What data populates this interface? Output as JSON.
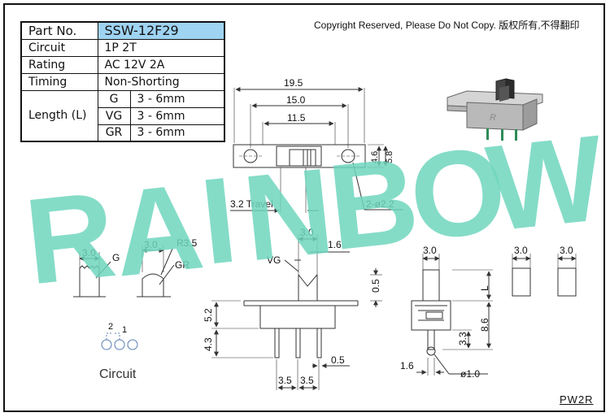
{
  "copyright": "Copyright Reserved, Please Do Not Copy. 版权所有,不得翻印",
  "spec_table": {
    "part_no_label": "Part No.",
    "part_no_value": "SSW-12F29",
    "circuit_label": "Circuit",
    "circuit_value": "1P 2T",
    "rating_label": "Rating",
    "rating_value": "AC 12V 2A",
    "timing_label": "Timing",
    "timing_value": "Non-Shorting",
    "length_label": "Length (L)",
    "length_rows": [
      {
        "grade": "G",
        "range": "3 - 6mm"
      },
      {
        "grade": "VG",
        "range": "3 - 6mm"
      },
      {
        "grade": "GR",
        "range": "3 - 6mm"
      }
    ]
  },
  "watermark": [
    "R",
    "A",
    "I",
    "N",
    "B",
    "O",
    "W"
  ],
  "dimensions": {
    "top_19_5": "19.5",
    "top_15_0": "15.0",
    "top_11_5": "11.5",
    "height_4_6": "4.6",
    "height_5_8": "5.8",
    "travel": "3.2 Travel",
    "holes": "2-ø2.2",
    "g_width": "3.0",
    "g_label": "G",
    "gr_width": "3.0",
    "gr_radius": "R3.5",
    "gr_label": "GR",
    "vg_width": "3.0",
    "vg_label": "VG",
    "vg_gap": "1.6",
    "knob_offset": "0.5",
    "front_5_2": "5.2",
    "front_4_3": "4.3",
    "pin_0_5": "0.5",
    "pitch_left": "3.5",
    "pitch_right": "3.5",
    "side_width": "3.0",
    "side_L": "L",
    "side_8_6": "8.6",
    "side_3_3": "3.3",
    "side_1_6": "1.6",
    "side_pin_dia": "ø1.0",
    "right_width_1": "3.0",
    "right_width_2": "3.0"
  },
  "circuit_diagram": {
    "pin_2": "2",
    "pin_1": "1",
    "caption": "Circuit"
  },
  "drawing_code": "PW2R",
  "colors": {
    "watermark": "#6fd6bd",
    "part_no_highlight": "#9fd3f2",
    "line": "#333333"
  }
}
